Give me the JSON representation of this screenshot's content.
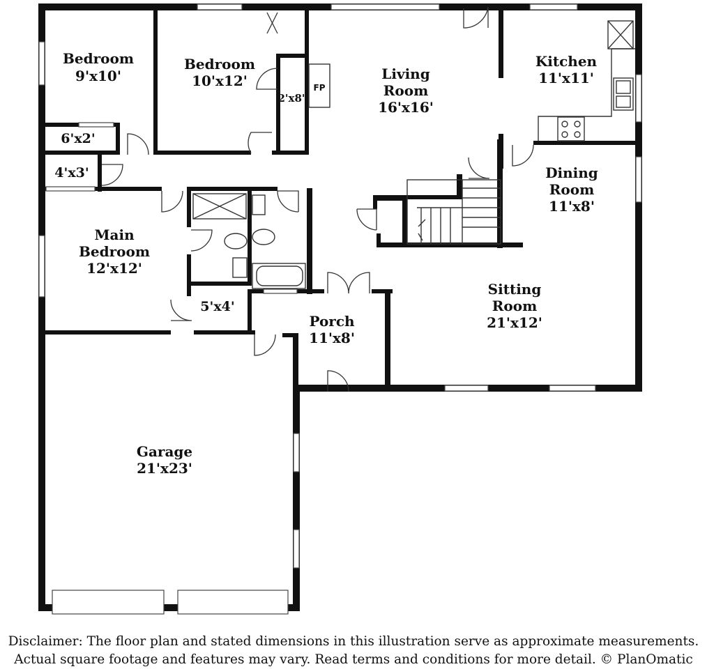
{
  "rooms": {
    "bedroom_1": {
      "name": "Bedroom",
      "dim": "9'x10'"
    },
    "bedroom_2": {
      "name": "Bedroom",
      "dim": "10'x12'"
    },
    "closet_a": {
      "dim": "6'x2'"
    },
    "closet_b": {
      "dim": "4'x3'"
    },
    "closet_c": {
      "dim": "2'x8'"
    },
    "closet_d": {
      "dim": "5'x4'"
    },
    "fireplace": {
      "label": "FP"
    },
    "living_room": {
      "name_line1": "Living",
      "name_line2": "Room",
      "dim": "16'x16'"
    },
    "kitchen": {
      "name": "Kitchen",
      "dim": "11'x11'"
    },
    "dining_room": {
      "name_line1": "Dining",
      "name_line2": "Room",
      "dim": "11'x8'"
    },
    "main_bedroom": {
      "name_line1": "Main",
      "name_line2": "Bedroom",
      "dim": "12'x12'"
    },
    "sitting_room": {
      "name_line1": "Sitting",
      "name_line2": "Room",
      "dim": "21'x12'"
    },
    "porch": {
      "name": "Porch",
      "dim": "11'x8'"
    },
    "garage": {
      "name": "Garage",
      "dim": "21'x23'"
    }
  },
  "disclaimer": {
    "line1": "Disclaimer: The floor plan and stated dimensions in this illustration serve as approximate measurements.",
    "line2": "Actual square footage and features may vary. Read terms and conditions for more detail. © PlanOmatic"
  }
}
